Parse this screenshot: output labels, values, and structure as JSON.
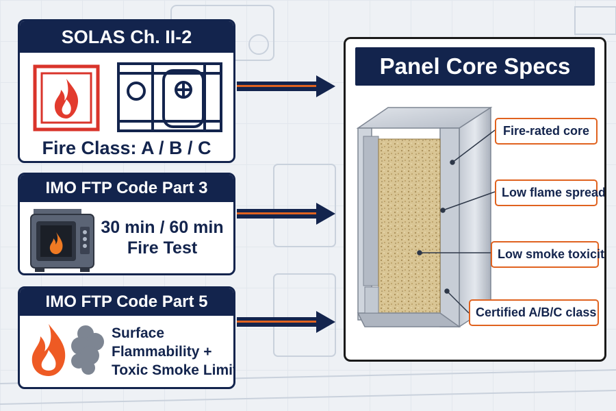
{
  "cards": [
    {
      "title": "SOLAS Ch. II-2",
      "text": "Fire Class: A / B / C"
    },
    {
      "title": "IMO FTP Code Part 3",
      "lines": [
        "30 min / 60 min",
        "Fire Test"
      ]
    },
    {
      "title": "IMO FTP Code Part 5",
      "lines": [
        "Surface",
        "Flammability +",
        "Toxic Smoke Limits"
      ]
    }
  ],
  "specs": {
    "title": "Panel Core Specs",
    "callouts": [
      "Fire-rated core",
      "Low flame spread",
      "Low smoke toxicity",
      "Certified A/B/C class"
    ]
  },
  "colors": {
    "navy": "#13244d",
    "orange": "#e0621f",
    "fire_red": "#d9342b",
    "core": "#d7c28f"
  },
  "icons": [
    "fire-sign-icon",
    "bulkhead-door-icon",
    "furnace-icon",
    "flame-icon",
    "smoke-icon"
  ]
}
